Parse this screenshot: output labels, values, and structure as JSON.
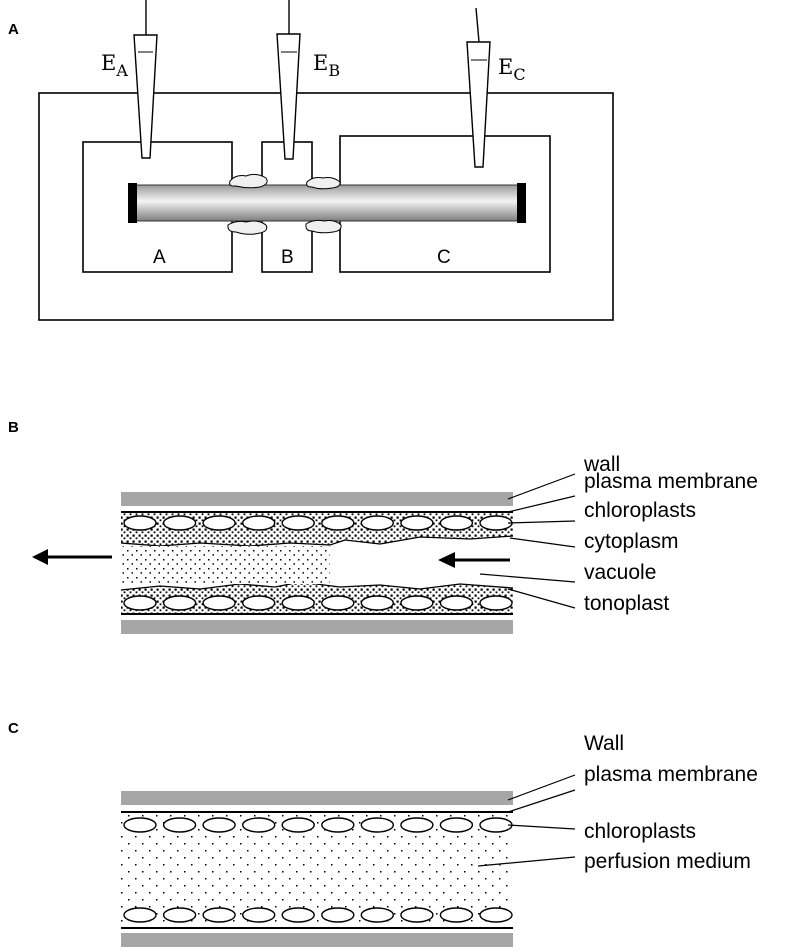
{
  "panels": {
    "a": {
      "letter": "A",
      "electrodes": [
        {
          "base": "E",
          "sub": "A"
        },
        {
          "base": "E",
          "sub": "B"
        },
        {
          "base": "E",
          "sub": "C"
        }
      ],
      "chambers": [
        "A",
        "B",
        "C"
      ]
    },
    "b": {
      "letter": "B",
      "labels": [
        "wall",
        "plasma membrane",
        "chloroplasts",
        "cytoplasm",
        "vacuole",
        "tonoplast"
      ]
    },
    "c": {
      "letter": "C",
      "labels": [
        "Wall",
        "plasma membrane",
        "chloroplasts",
        "perfusion medium"
      ]
    }
  },
  "colors": {
    "wall_gray": "#a6a6a6",
    "line": "#000000",
    "cell_gradient_light": "#f2f2f2",
    "cell_gradient_dark": "#8c8c8c"
  },
  "icons": [
    "electrode-icon",
    "left-arrow-icon",
    "chloroplast-icon"
  ]
}
